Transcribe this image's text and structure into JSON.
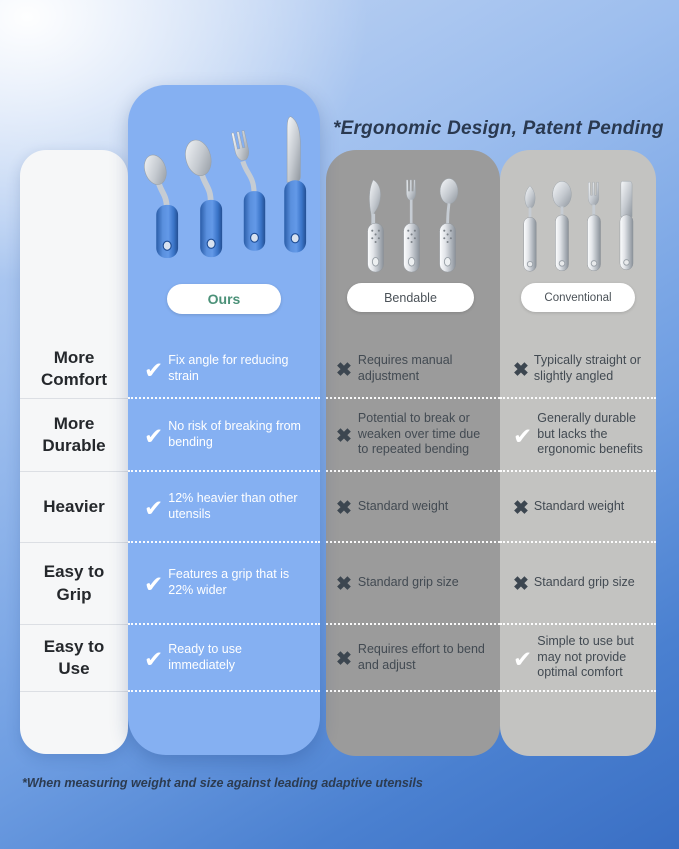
{
  "title": "*Ergonomic Design, Patent Pending",
  "footnote": "*When measuring weight and  size against leading adaptive utensils",
  "columns": [
    {
      "id": "ours",
      "label": "Ours"
    },
    {
      "id": "bendable",
      "label": "Bendable"
    },
    {
      "id": "conventional",
      "label": "Conventional"
    }
  ],
  "rows": [
    {
      "label": "More Comfort",
      "cells": [
        {
          "mark": "✔",
          "mark_class": "mark check",
          "value": "yes",
          "text": "Fix angle for reducing strain"
        },
        {
          "mark": "✖",
          "mark_class": "mark cross",
          "value": "no",
          "text": "Requires manual adjustment"
        },
        {
          "mark": "✖",
          "mark_class": "mark cross",
          "value": "no",
          "text": "Typically straight or slightly angled"
        }
      ]
    },
    {
      "label": "More Durable",
      "cells": [
        {
          "mark": "✔",
          "mark_class": "mark check",
          "value": "yes",
          "text": "No risk of breaking from bending"
        },
        {
          "mark": "✖",
          "mark_class": "mark cross",
          "value": "no",
          "text": "Potential to break or weaken over time due to repeated bending"
        },
        {
          "mark": "✔",
          "mark_class": "mark check",
          "value": "yes",
          "text": "Generally durable but lacks the ergonomic benefits"
        }
      ]
    },
    {
      "label": "Heavier",
      "cells": [
        {
          "mark": "✔",
          "mark_class": "mark check",
          "value": "yes",
          "text": "12% heavier than other utensils"
        },
        {
          "mark": "✖",
          "mark_class": "mark cross",
          "value": "no",
          "text": "Standard weight"
        },
        {
          "mark": "✖",
          "mark_class": "mark cross",
          "value": "no",
          "text": "Standard weight"
        }
      ]
    },
    {
      "label": "Easy to Grip",
      "cells": [
        {
          "mark": "✔",
          "mark_class": "mark check",
          "value": "yes",
          "text": "Features a grip that is 22% wider"
        },
        {
          "mark": "✖",
          "mark_class": "mark cross",
          "value": "no",
          "text": "Standard grip size"
        },
        {
          "mark": "✖",
          "mark_class": "mark cross",
          "value": "no",
          "text": "Standard grip size"
        }
      ]
    },
    {
      "label": "Easy to Use",
      "cells": [
        {
          "mark": "✔",
          "mark_class": "mark check",
          "value": "yes",
          "text": "Ready to use immediately"
        },
        {
          "mark": "✖",
          "mark_class": "mark cross",
          "value": "no",
          "text": "Requires effort to bend and adjust"
        },
        {
          "mark": "✔",
          "mark_class": "mark check",
          "value": "yes",
          "text": "Simple to use but may not provide optimal comfort"
        }
      ]
    }
  ],
  "chart_data": {
    "type": "table",
    "title": "*Ergonomic Design, Patent Pending",
    "columns": [
      "Ours",
      "Bendable",
      "Conventional"
    ],
    "row_labels": [
      "More Comfort",
      "More Durable",
      "Heavier",
      "Easy to Grip",
      "Easy to Use"
    ],
    "cells": [
      [
        {
          "check": true,
          "note": "Fix angle for reducing strain"
        },
        {
          "check": false,
          "note": "Requires manual adjustment"
        },
        {
          "check": false,
          "note": "Typically straight or slightly angled"
        }
      ],
      [
        {
          "check": true,
          "note": "No risk of breaking from bending"
        },
        {
          "check": false,
          "note": "Potential to break or weaken over time due to repeated bending"
        },
        {
          "check": true,
          "note": "Generally durable but lacks the ergonomic benefits"
        }
      ],
      [
        {
          "check": true,
          "note": "12% heavier than other utensils"
        },
        {
          "check": false,
          "note": "Standard weight"
        },
        {
          "check": false,
          "note": "Standard weight"
        }
      ],
      [
        {
          "check": true,
          "note": "Features a grip that is 22% wider"
        },
        {
          "check": false,
          "note": "Standard grip size"
        },
        {
          "check": false,
          "note": "Standard grip size"
        }
      ],
      [
        {
          "check": true,
          "note": "Ready to use immediately"
        },
        {
          "check": false,
          "note": "Requires effort to bend and adjust"
        },
        {
          "check": true,
          "note": "Simple to use but may not provide optimal comfort"
        }
      ]
    ],
    "footnote": "*When measuring weight and  size against leading adaptive utensils"
  },
  "colors": {
    "ours_column": "#85b0f2",
    "bendable_column": "#9b9b9b",
    "conventional_column": "#c3c3c1",
    "labels_column": "#f6f7f8",
    "check_mark": "#ffffff",
    "cross_mark": "#3c4650",
    "ours_pill_text": "#4b9178",
    "title_text": "#2a3950",
    "handle_blue": "#3a74c8"
  }
}
